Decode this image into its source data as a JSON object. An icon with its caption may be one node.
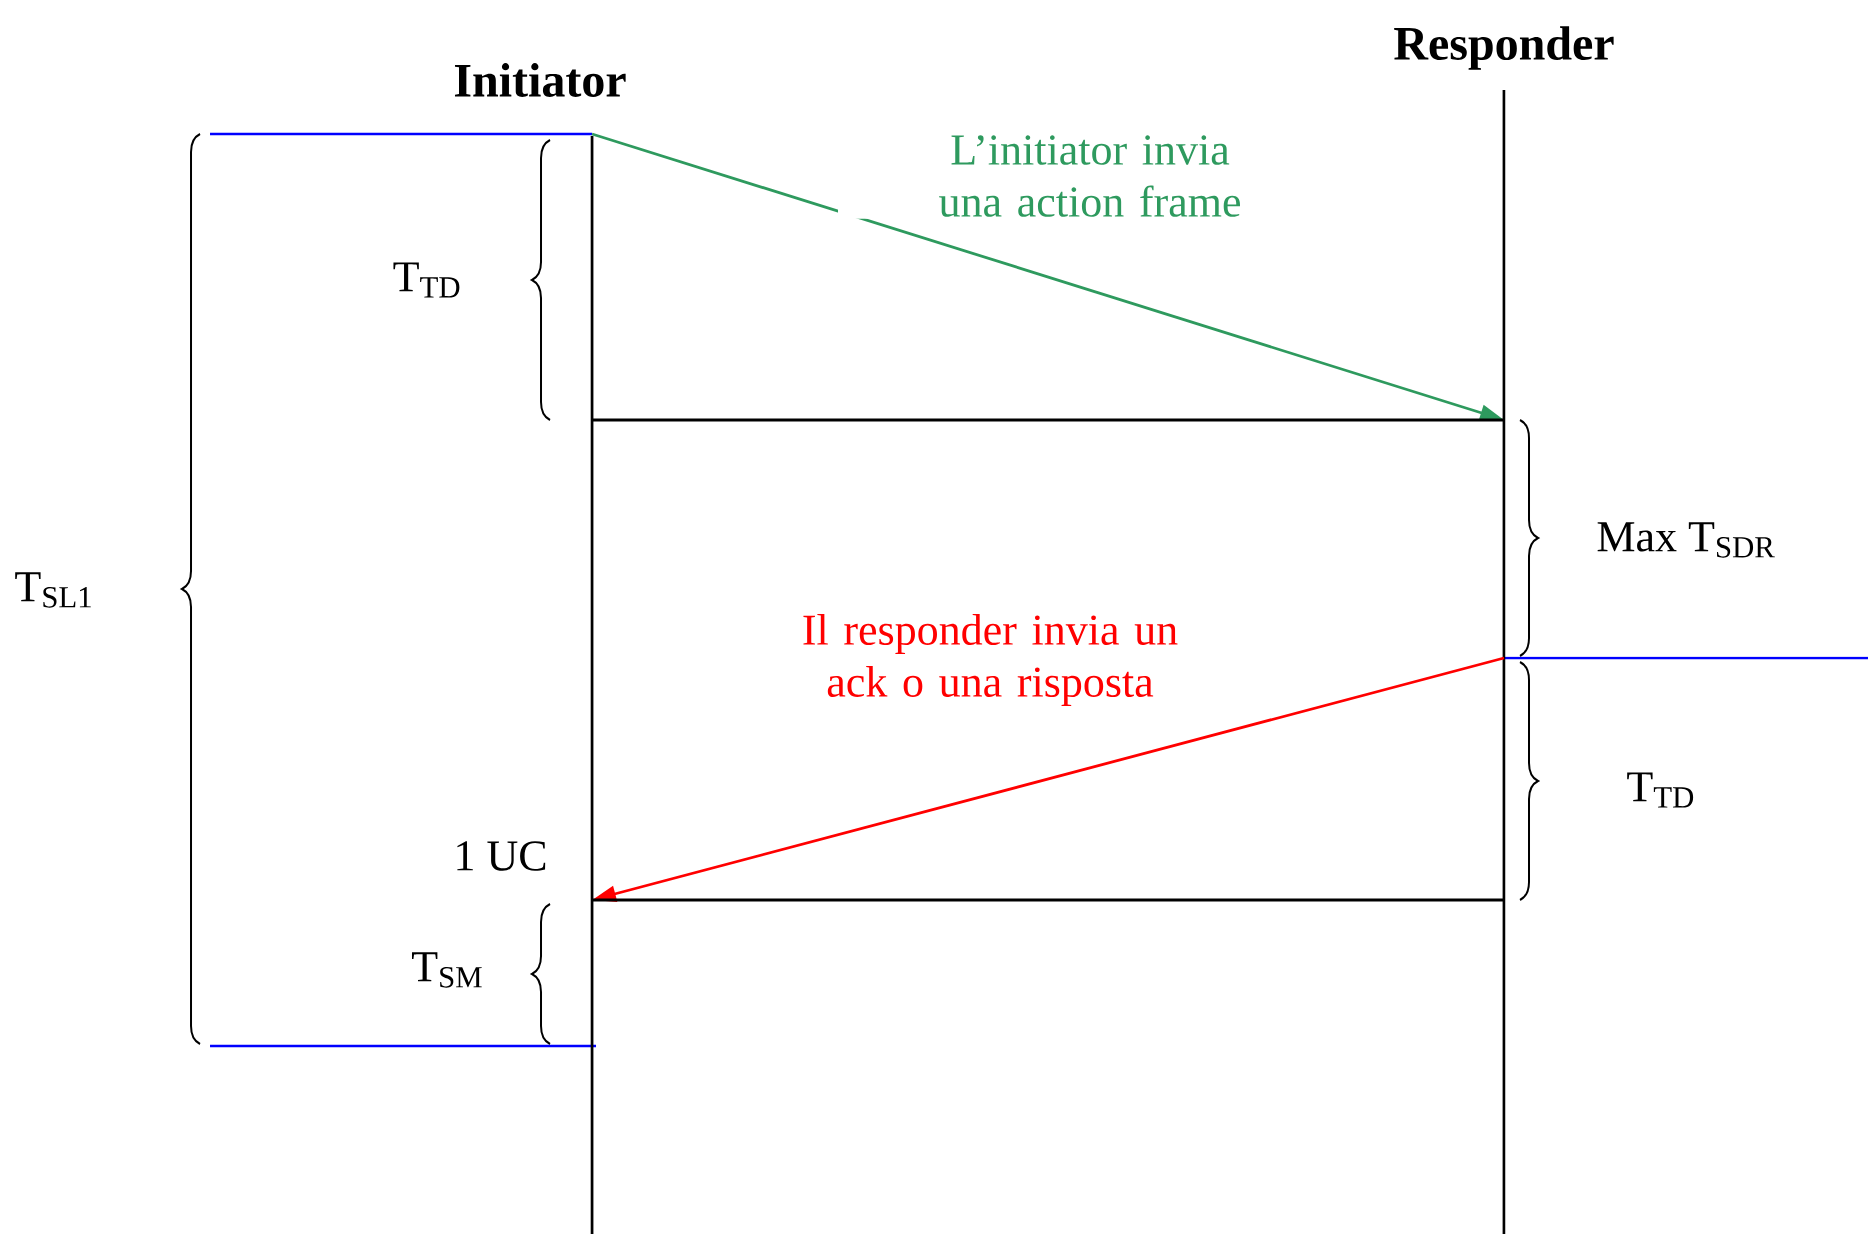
{
  "diagram": {
    "nodes": [
      {
        "text": [
          "Initiator"
        ]
      },
      {
        "text": [
          "Responder"
        ]
      }
    ],
    "edges": [
      {
        "from": 0,
        "to": 1,
        "arrow": "to",
        "color": "#2e9a5e",
        "label": "L’initiator invia una action frame"
      },
      {
        "from": 0,
        "to": 1,
        "arrow": "none"
      },
      {
        "from": 1,
        "to": 0,
        "arrow": "to",
        "color": "#ff0000",
        "label": "Il responder invia un ack o una risposta"
      },
      {
        "from": 1,
        "to": 0,
        "arrow": "none"
      }
    ],
    "labels": [
      "T$_{TD}$",
      "Max T$_{SDR}$",
      "T$_{SL1}$",
      "T$_{TD}$",
      "1 UC",
      "T$_{SM}$"
    ]
  }
}
